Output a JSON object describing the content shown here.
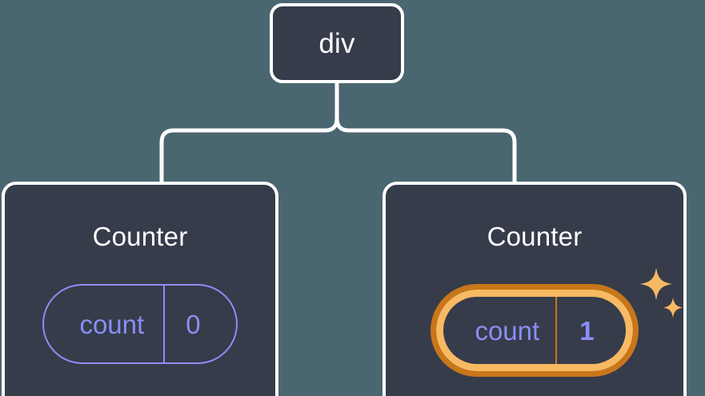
{
  "diagram": {
    "type": "component-tree",
    "background_color": "#4a6670",
    "node_fill_color": "#363c4a",
    "node_border_color": "#ffffff",
    "connector_color": "#ffffff",
    "state_color": "#8b8ef5",
    "highlight_outer_color": "#c8761a",
    "highlight_inner_color": "#f8b963",
    "sparkle_color": "#f8b963",
    "root": {
      "label": "div"
    },
    "children": [
      {
        "title": "Counter",
        "state": {
          "key": "count",
          "value": "0"
        },
        "highlighted": false,
        "sparkles": false
      },
      {
        "title": "Counter",
        "state": {
          "key": "count",
          "value": "1"
        },
        "highlighted": true,
        "sparkles": true
      }
    ]
  },
  "icons": {
    "sparkle_large": "sparkle-icon",
    "sparkle_small": "sparkle-small-icon"
  }
}
